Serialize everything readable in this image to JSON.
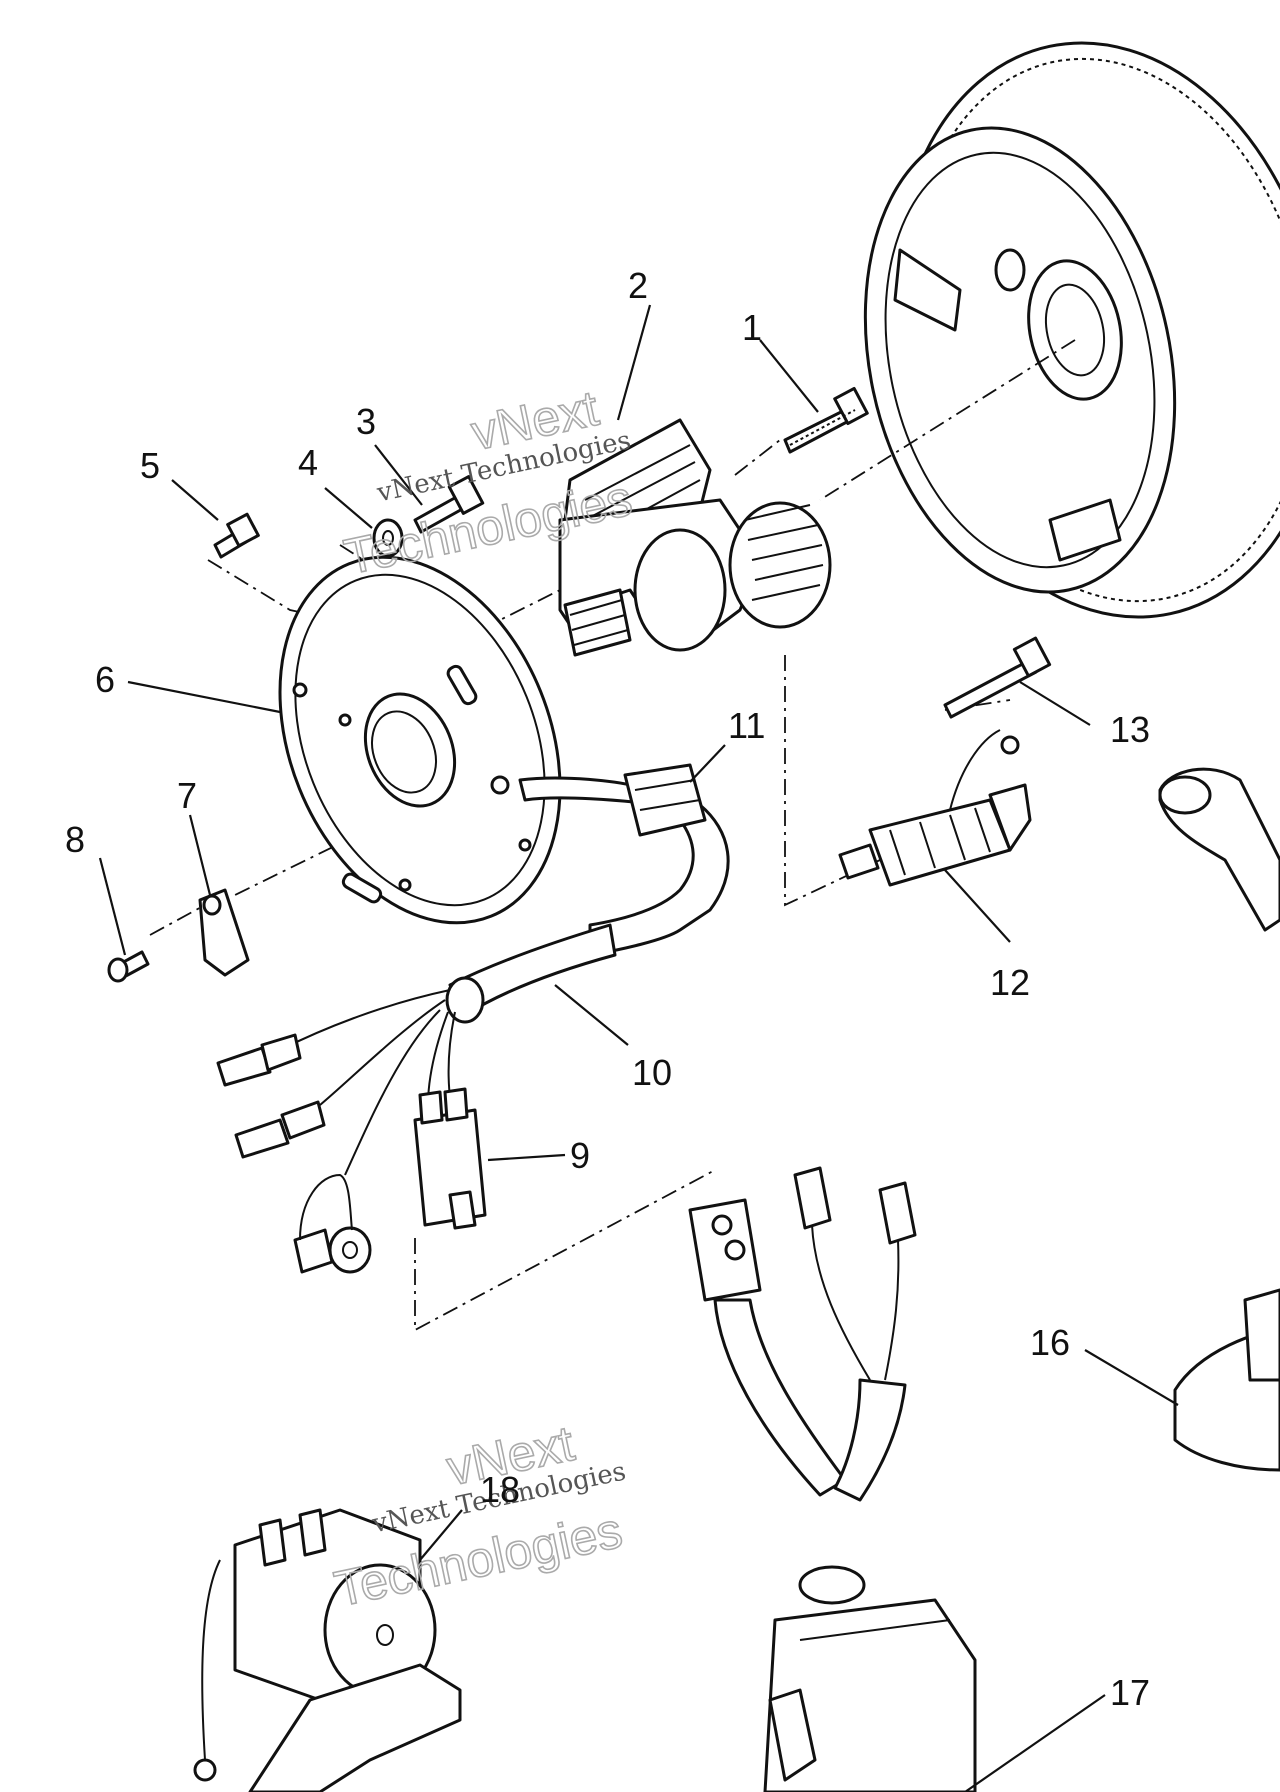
{
  "callouts": {
    "c1": "1",
    "c2": "2",
    "c3": "3",
    "c4": "4",
    "c5": "5",
    "c6": "6",
    "c7": "7",
    "c8": "8",
    "c9": "9",
    "c10": "10",
    "c11": "11",
    "c12": "12",
    "c13": "13",
    "c16": "16",
    "c17": "17",
    "c18": "18"
  },
  "watermark": {
    "line_a": "vNext",
    "line_b": "vNext Technologies",
    "line_c": "Technologies"
  }
}
